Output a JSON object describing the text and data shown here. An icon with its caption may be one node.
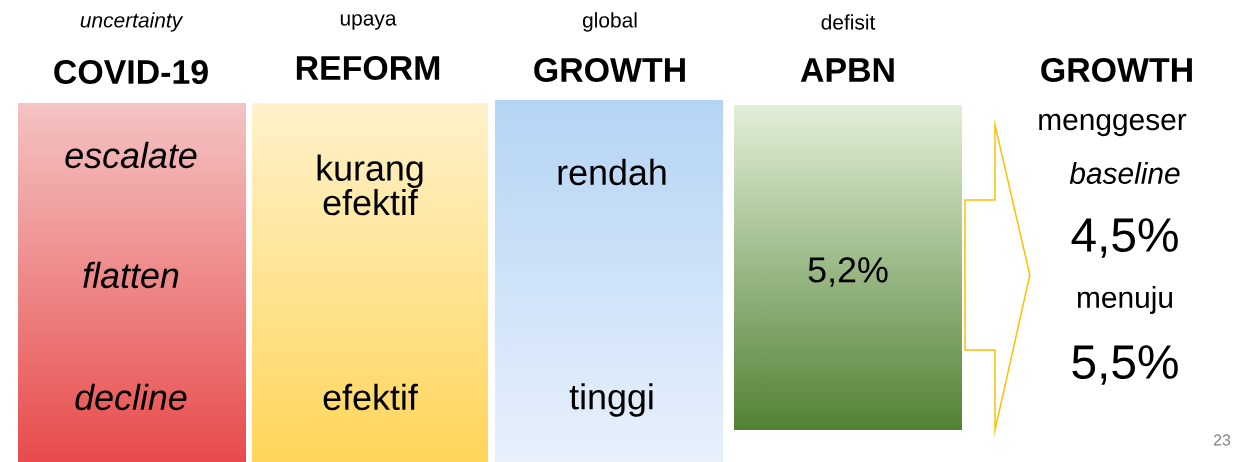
{
  "diagram": {
    "nodes": [
      {
        "text": [
          "uncertainty",
          "COVID-19",
          "escalate",
          "flatten",
          "decline"
        ]
      },
      {
        "text": [
          "upaya",
          "REFORM",
          "kurang efektif",
          "efektif"
        ]
      },
      {
        "text": [
          "global",
          "GROWTH",
          "rendah",
          "tinggi"
        ]
      },
      {
        "text": [
          "defisit",
          "APBN",
          "5,2%"
        ]
      },
      {
        "text": [
          "GROWTH",
          "menggeser",
          "baseline",
          "4,5%",
          "menuju",
          "5,5%"
        ]
      }
    ],
    "edges": [
      {
        "from": null,
        "to": 4,
        "arrow": "to",
        "color": "#ffc000"
      }
    ],
    "labels": [
      "23"
    ]
  }
}
